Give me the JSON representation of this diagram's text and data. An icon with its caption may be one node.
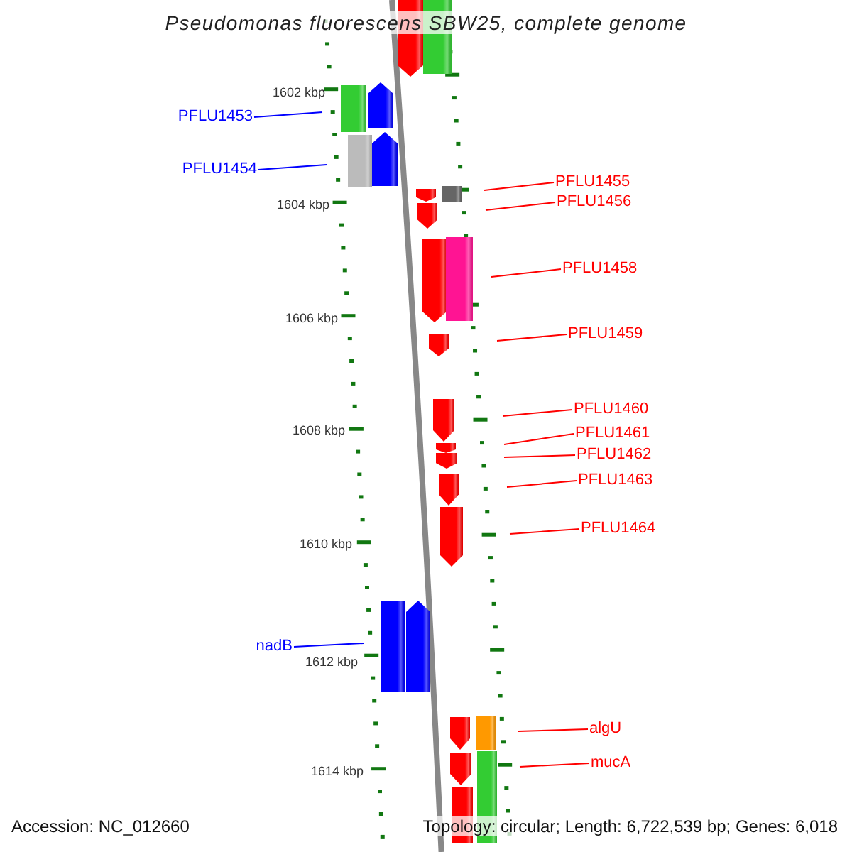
{
  "diagram": {
    "title": "Pseudomonas fluorescens SBW25, complete genome",
    "nodes": [
      {
        "text": [
          "PFLU1453"
        ]
      },
      {
        "text": [
          "PFLU1454"
        ]
      },
      {
        "text": [
          "PFLU1455"
        ]
      },
      {
        "text": [
          "PFLU1456"
        ]
      },
      {
        "text": [
          "PFLU1458"
        ]
      },
      {
        "text": [
          "PFLU1459"
        ]
      },
      {
        "text": [
          "PFLU1460"
        ]
      },
      {
        "text": [
          "PFLU1461"
        ]
      },
      {
        "text": [
          "PFLU1462"
        ]
      },
      {
        "text": [
          "PFLU1463"
        ]
      },
      {
        "text": [
          "PFLU1464"
        ]
      },
      {
        "text": [
          "nadB"
        ]
      },
      {
        "text": [
          "algU"
        ]
      },
      {
        "text": [
          "mucA"
        ]
      }
    ],
    "edges": [
      {
        "from": 0,
        "to": null,
        "arrow": "none",
        "color": "#0000ff"
      },
      {
        "from": 1,
        "to": null,
        "arrow": "none",
        "color": "#0000ff"
      },
      {
        "from": 2,
        "to": null,
        "arrow": "none"
      },
      {
        "from": 3,
        "to": null,
        "arrow": "none"
      },
      {
        "from": 4,
        "to": null,
        "arrow": "none"
      },
      {
        "from": 5,
        "to": null,
        "arrow": "none"
      },
      {
        "from": 6,
        "to": null,
        "arrow": "none"
      },
      {
        "from": 7,
        "to": null,
        "arrow": "none"
      },
      {
        "from": 8,
        "to": null,
        "arrow": "none"
      },
      {
        "from": 9,
        "to": null,
        "arrow": "none"
      },
      {
        "from": 10,
        "to": null,
        "arrow": "none"
      },
      {
        "from": 11,
        "to": null,
        "arrow": "none",
        "color": "#0000ff"
      },
      {
        "from": 12,
        "to": null,
        "arrow": "none"
      },
      {
        "from": 13,
        "to": null,
        "arrow": "none"
      }
    ],
    "labels": [
      "1602 kbp",
      "1604 kbp",
      "1606 kbp",
      "1608 kbp",
      "1610 kbp",
      "1612 kbp",
      "1614 kbp",
      "Accession: NC_012660",
      "Topology: circular; Length: 6,722,539 bp; Genes: 6,018"
    ]
  }
}
